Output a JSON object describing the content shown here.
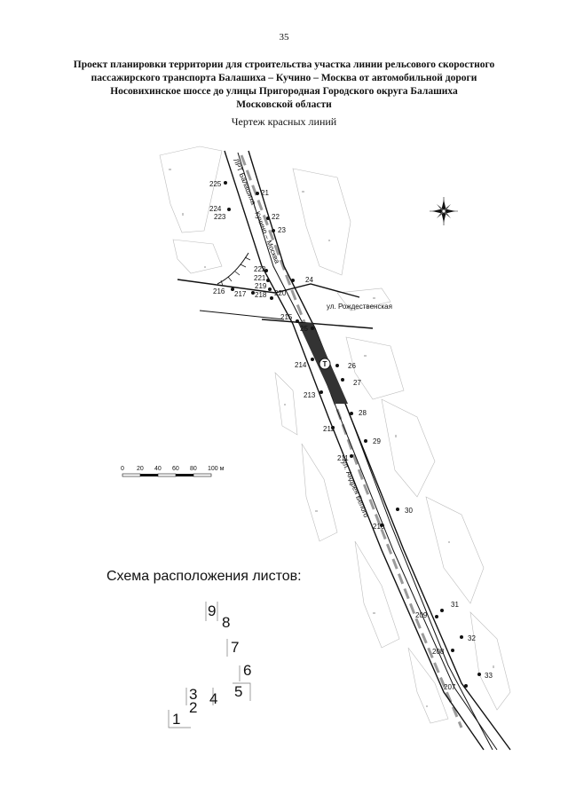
{
  "page_number": "35",
  "title_lines": [
    "Проект планировки территории для строительства участка линии рельсового скоростного",
    "пассажирского транспорта Балашиха – Кучино – Москва от автомобильной дороги",
    "Носовихинское шоссе до улицы Пригородная Городского округа Балашиха",
    "Московской области"
  ],
  "subtitle": "Чертеж красных линий",
  "streets": {
    "rail_line": "ЛРТ Балашиха – Кучино – Москва",
    "rozhdestvenskaya": "ул. Рождественская",
    "andreya_belogo": "ул. Андрея Белого"
  },
  "points_right": [
    "21",
    "22",
    "23",
    "24",
    "25",
    "26",
    "27",
    "28",
    "29",
    "30",
    "31",
    "32",
    "33"
  ],
  "points_left": [
    "225",
    "224",
    "223",
    "222",
    "221",
    "219",
    "220",
    "218",
    "217",
    "216",
    "215",
    "214",
    "213",
    "212",
    "211",
    "210",
    "209",
    "208",
    "207"
  ],
  "scale": {
    "ticks": [
      "0",
      "20",
      "40",
      "60",
      "80",
      "100 м"
    ]
  },
  "station_marker": "Т",
  "sheet_layout": {
    "title": "Схема расположения листов:",
    "sheets": [
      "9",
      "8",
      "7",
      "6",
      "5",
      "4",
      "3",
      "2",
      "1"
    ]
  }
}
